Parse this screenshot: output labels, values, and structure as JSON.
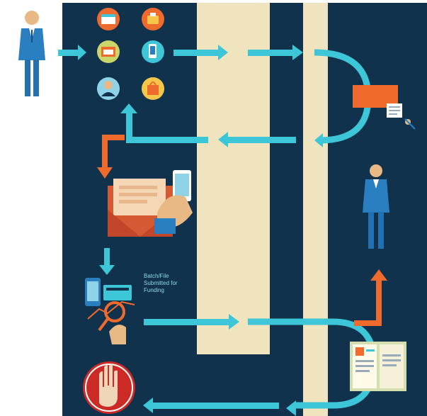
{
  "diagram": {
    "caption_lines": [
      "Batch/File",
      "Submitted for",
      "Funding"
    ],
    "colors": {
      "background_panel": "#10324d",
      "lane": "#efe4bd",
      "flow_arrow": "#3cc6d8",
      "accent_arrow": "#ef6a2d",
      "stop_red": "#cc2a26",
      "person_suit": "#2a7fc0"
    },
    "icons": {
      "top_left_person": "businessman-icon",
      "service_icons": [
        "storefront-icon",
        "shopping-basket-icon",
        "bakery-shop-icon",
        "mobile-phone-icon",
        "customer-avatar-icon",
        "shopping-bag-icon"
      ],
      "payment_step": "card-payment-envelope-icon",
      "review_step": "checklist-signing-icon",
      "right_person": "businessman-icon",
      "batch_step": "batch-analytics-icon",
      "ledger_step": "ledger-book-icon",
      "stop_step": "stop-hand-icon"
    }
  }
}
